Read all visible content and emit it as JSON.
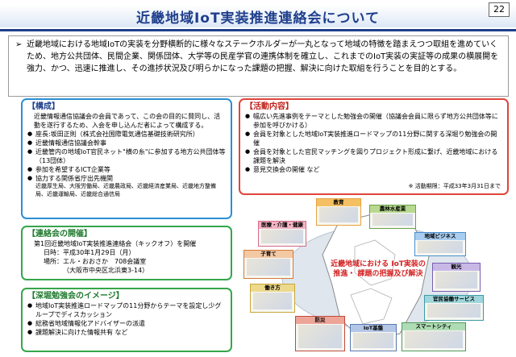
{
  "header": {
    "title": "近畿地域IoT実装推進連絡会について",
    "page_number": "22"
  },
  "intro": {
    "arrow": "➢",
    "text": "近畿地域における地域IoTの実装を分野横断的に様々なステークホルダーが一丸となって地域の特徴を踏まえつつ取組を進めていくため、地方公共団体、民間企業、関係団体、大学等の民産学官の連携体制を確立し、これまでのIoT実装の実証等の成果の横展開を強力、かつ、迅速に推進し、その進捗状況及び明らかになった課題の把握、解決に向けた取組を行うことを目的とする。"
  },
  "composition": {
    "label": "【構成】",
    "lead": "近畿情報通信協議会の会員であって、この会の目的に賛同し、活動を遂行するため、入会を申し込んだ者によって構成する。",
    "items": [
      "座長:坂田正則（株式会社国際電気通信基礎技術研究所）",
      "近畿情報通信協議会幹事",
      "近畿管内の地域IoT官民ネット\"横の糸\"に参加する地方公共団体等（13団体）",
      "参加を希望するICT企業等",
      "協力する関係省庁出先機関"
    ],
    "agencies": "近畿厚生局、大阪労働局、近畿農政局、近畿経済産業局、近畿地方整備局、近畿運輸局、近畿総合通信局"
  },
  "activities": {
    "label": "【活動内容】",
    "items": [
      "幅広い先進事例をテーマとした勉強会の開催（協議会会員に限らず地方公共団体等に参加を呼びかける）",
      "会員を対象とした地域IoT実装推進ロードマップの11分野に関する深堀り勉強会の開催",
      "会員を対象とした官民マッチングを図りプロジェクト形成に繋げ、近畿地域における課題を解決",
      "意見交換会の開催 など"
    ],
    "note": "※ 活動期限：平成33年3月31日まで"
  },
  "meeting": {
    "label": "【連絡会の開催】",
    "lines": [
      "第1回近畿地域IoT実装推進連絡会（キックオフ）を開催",
      "日時：平成30年1月29日（月）",
      "場所：エル・おおさか　708会議室",
      "（大阪市中央区北浜東3-14）"
    ]
  },
  "study": {
    "label": "【深堀勉強会のイメージ】",
    "items": [
      "地域IoT実装推進ロードマップの11分野からテーマを設定し少グループでディスカッション",
      "総務省地域情報化アドバイザーの派遣",
      "課題解決に向けた情報共有 など"
    ]
  },
  "diagram": {
    "center_label": "近畿地域における IoT実装の推進・ 課題の把握及び解決",
    "tiles": [
      "教育",
      "農林水産業",
      "医療・介護・健康",
      "地域ビジネス",
      "子育て",
      "観光",
      "働き方",
      "官民協働サービス",
      "防災",
      "IoT基盤",
      "スマートシティ"
    ]
  },
  "colors": {
    "title": "#1f3f8c",
    "box_blue": "#2b8fd4",
    "box_red": "#e0453a",
    "box_green": "#35a64a",
    "center_text": "#d42222"
  }
}
